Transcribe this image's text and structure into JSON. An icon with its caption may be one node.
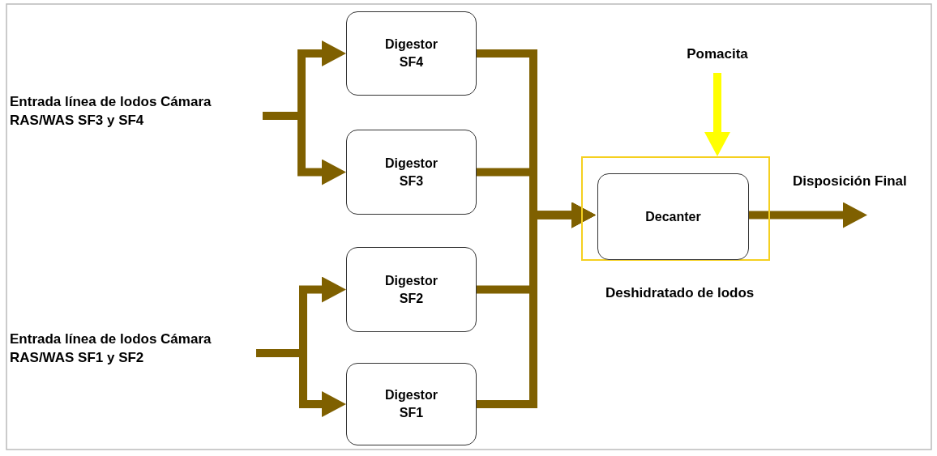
{
  "diagram": {
    "nodes": [
      {
        "text": [
          "Entrada línea de lodos Cámara RAS/WAS SF3 y SF4"
        ]
      },
      {
        "text": [
          "Digestor SF4"
        ]
      },
      {
        "text": [
          "Digestor SF3"
        ]
      },
      {
        "text": [
          "Entrada línea de lodos Cámara RAS/WAS SF1 y SF2"
        ]
      },
      {
        "text": [
          "Digestor SF2"
        ]
      },
      {
        "text": [
          "Digestor SF1"
        ]
      },
      {
        "text": [],
        "shape": "box",
        "beside": [
          "Deshidratado de lodos"
        ]
      },
      {
        "text": [
          "Decanter"
        ],
        "in": 6
      },
      {
        "text": [
          "Pomacita"
        ]
      }
    ],
    "edges": [
      {
        "from": 0,
        "to": 1,
        "arrow": "to"
      },
      {
        "from": 0,
        "to": 2,
        "arrow": "to"
      },
      {
        "from": 3,
        "to": 4,
        "arrow": "to"
      },
      {
        "from": 3,
        "to": 5,
        "arrow": "to"
      },
      {
        "from": 1,
        "to": 7,
        "arrow": "to"
      },
      {
        "from": 2,
        "to": 7,
        "arrow": "to"
      },
      {
        "from": 4,
        "to": 7,
        "arrow": "to"
      },
      {
        "from": 5,
        "to": 7,
        "arrow": "to"
      },
      {
        "from": 8,
        "to": 6,
        "arrow": "to",
        "color": "#ffff00"
      },
      {
        "from": 7,
        "to": null,
        "arrow": "to",
        "label": "Disposición Final"
      }
    ]
  }
}
